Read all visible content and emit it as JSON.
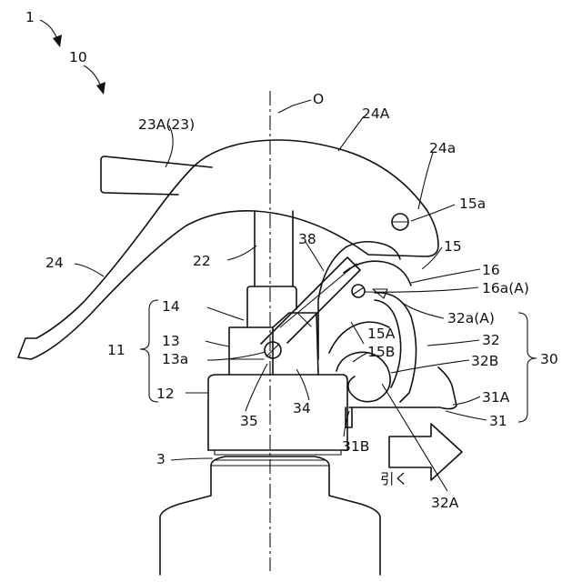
{
  "figure": {
    "labels": {
      "n1": "1",
      "n10": "10",
      "O": "O",
      "n23A": "23A(23)",
      "n24A": "24A",
      "n24a": "24a",
      "n15a": "15a",
      "n38": "38",
      "n15": "15",
      "n22": "22",
      "n16": "16",
      "n16a": "16a(A)",
      "n24": "24",
      "n14": "14",
      "n32a": "32a(A)",
      "n15A": "15A",
      "n13": "13",
      "n11": "11",
      "n15B": "15B",
      "n32": "32",
      "n30": "30",
      "n13a": "13a",
      "n32B": "32B",
      "n12": "12",
      "n31A": "31A",
      "n35": "35",
      "n34": "34",
      "n31": "31",
      "n31B": "31B",
      "n3": "3",
      "pull": "引く",
      "n32A": "32A"
    }
  }
}
